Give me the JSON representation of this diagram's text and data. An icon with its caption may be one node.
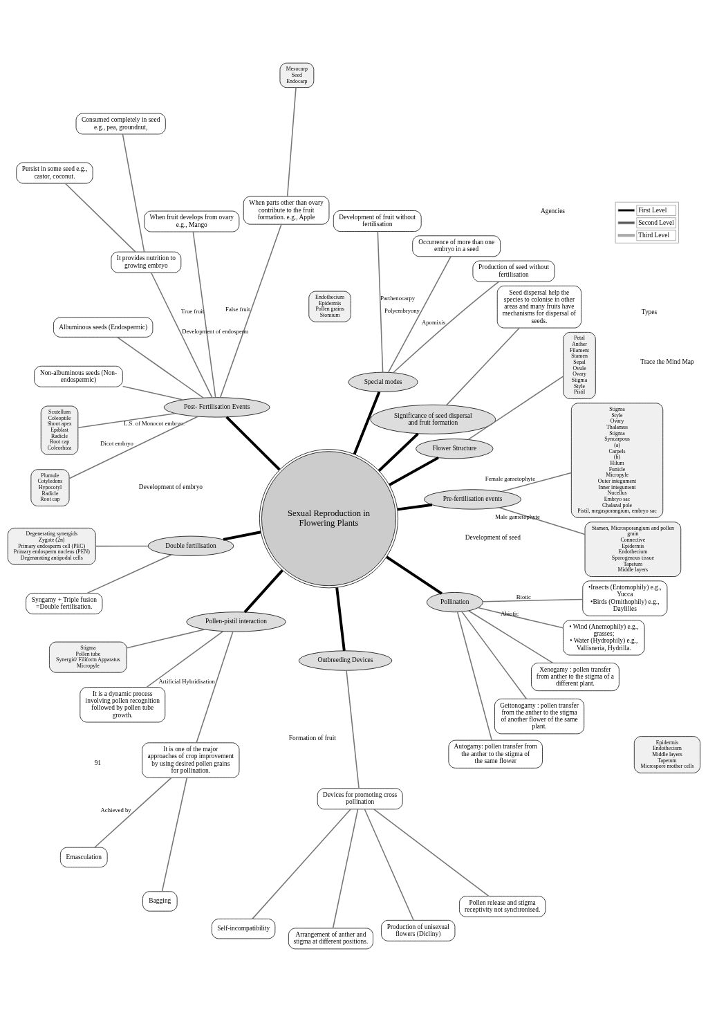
{
  "diagram": {
    "nodes": [
      {
        "text": [
          "Sexual Reproduction in Flowering Plants"
        ]
      },
      {
        "text": [
          "Pre-fertilisation events"
        ]
      },
      {
        "text": [
          "Flower Structure"
        ]
      },
      {
        "text": [
          "Significance of seed dispersal and fruit formation"
        ]
      },
      {
        "text": [
          "Special modes"
        ]
      },
      {
        "text": [
          "Post- Fertilisation Events"
        ]
      },
      {
        "text": [
          "Double fertilisation"
        ]
      },
      {
        "text": [
          "Pollen-pistil interaction"
        ]
      },
      {
        "text": [
          "Outbreeding Devices"
        ]
      },
      {
        "text": [
          "Pollination"
        ]
      },
      {
        "text": [
          "Stamen, Microsporangium and pollen grain",
          "Connective",
          "Epidermis",
          "Endothecium",
          "Sporogenous tissue",
          "Tapetum",
          "Middle layers"
        ]
      },
      {
        "text": [
          "Epidermis",
          "Endothecium",
          "Middle layers",
          "Tapetum",
          "Microspore mother cells"
        ]
      },
      {
        "text": [
          "Endothecium",
          "Epidermis",
          "Pollen grains",
          "Stomium"
        ]
      },
      {
        "text": [
          "Stigma",
          "Style",
          "Ovary",
          "Thalamus",
          "Stigma",
          "Syncarpous",
          "(a)",
          "Carpels",
          "(b)",
          "Hilum",
          "Funicle",
          "Micropyle",
          "Outer integument",
          "Inner integument",
          "Nucellus",
          "Embryo sac",
          "Chalazal pole",
          "Pistil, megasporangium, embryo sac"
        ]
      },
      {
        "text": [
          "Petal",
          "Anther",
          "Filament",
          "Stamen",
          "Sepal",
          "Ovule",
          "Ovary",
          "Stigma",
          "Style",
          "Pistil"
        ]
      },
      {
        "text": [
          "Seed dispersal help the species to colonise in other areas and many fruits have mechanisms for dispersal of seeds."
        ]
      },
      {
        "text": [
          "Production of seed without fertilisation"
        ]
      },
      {
        "text": [
          "Occurrence of more than one embryo in a seed"
        ]
      },
      {
        "text": [
          "Development of fruit without fertilisation"
        ]
      },
      {
        "text": [
          "When parts other than ovary contribute to the fruit formation. e.g., Apple"
        ]
      },
      {
        "text": [
          "Mesocarp",
          "Seed",
          "Endocarp"
        ]
      },
      {
        "text": [
          "When fruit develops from ovary e.g., Mango"
        ]
      },
      {
        "text": [
          "It provides nutrition to growing embryo"
        ]
      },
      {
        "text": [
          "Consumed completely in seed e.g., pea, groundnut,"
        ]
      },
      {
        "text": [
          "Persist in some seed e.g., castor, coconut."
        ]
      },
      {
        "text": [
          "Albuminous seeds (Endospermic)"
        ]
      },
      {
        "text": [
          "Non-albuminous seeds (Non-endospermic)"
        ]
      },
      {
        "text": [
          "Scutellum",
          "Coleoptile",
          "Shoot apex",
          "Epiblast",
          "Radicle",
          "Root cap",
          "Coleorhiza"
        ]
      },
      {
        "text": [
          "Plumule",
          "Cotyledons",
          "Hypocotyl",
          "Radicle",
          "Root cap"
        ]
      },
      {
        "text": [
          "Degenerating synergids",
          "Zygote (2n)",
          "Primary endosperm cell (PEC)",
          "Primary endosperm nucleus (PEN)",
          "Degenarating antipodal cells"
        ]
      },
      {
        "text": [
          "Syngamy + Triple fusion =Double fertilisation."
        ]
      },
      {
        "text": [
          "Stigma",
          "Pollen tube",
          "Synergid/ Filiform Apparatus",
          "Micropyle"
        ]
      },
      {
        "text": [
          "It is a dynamic process involving pollen recognition followed by pollen tube growth."
        ]
      },
      {
        "text": [
          "It is one of the major approaches of crop improvement by using desired pollen grains for pollination."
        ]
      },
      {
        "text": [
          "Emasculation"
        ]
      },
      {
        "text": [
          "Bagging"
        ]
      },
      {
        "text": [
          "Devices for promoting cross pollination"
        ]
      },
      {
        "text": [
          "Self-incompatibility"
        ]
      },
      {
        "text": [
          "Arrangement of anther and stigma at different positions."
        ]
      },
      {
        "text": [
          "Production of unisexual flowers (Dicliny)"
        ]
      },
      {
        "text": [
          "Pollen release and stigma receptivity not synchronised."
        ]
      },
      {
        "text": [
          "Autogamy: pollen transfer from the anther to the stigma of the same flower"
        ]
      },
      {
        "text": [
          "Geitonogamy : pollen transfer from the anther to the stigma of another flower of the same plant."
        ]
      },
      {
        "text": [
          "Xenogamy : pollen transfer from anther to the stigma of a different plant."
        ]
      },
      {
        "text": [
          "• Wind (Anemophily) e.g., grasses;",
          "• Water (Hydrophily) e.g., Vallisneria, Hydrilla."
        ]
      },
      {
        "text": [
          "•Insects (Entomophily) e.g., Yucca",
          "•Birds (Ornithophily) e.g., Daylilies"
        ]
      }
    ],
    "edges": [
      {
        "from": 0,
        "to": 1,
        "arrow": "none",
        "style": "thick",
        "color": "#000000"
      },
      {
        "from": 0,
        "to": 2,
        "arrow": "none",
        "style": "thick",
        "color": "#000000"
      },
      {
        "from": 0,
        "to": 3,
        "arrow": "none",
        "style": "thick",
        "color": "#000000"
      },
      {
        "from": 0,
        "to": 4,
        "arrow": "none",
        "style": "thick",
        "color": "#000000"
      },
      {
        "from": 0,
        "to": 5,
        "arrow": "none",
        "style": "thick",
        "color": "#000000"
      },
      {
        "from": 0,
        "to": 6,
        "arrow": "none",
        "style": "thick",
        "color": "#000000"
      },
      {
        "from": 0,
        "to": 7,
        "arrow": "none",
        "style": "thick",
        "color": "#000000"
      },
      {
        "from": 0,
        "to": 8,
        "arrow": "none",
        "style": "thick",
        "color": "#000000"
      },
      {
        "from": 0,
        "to": 9,
        "arrow": "none",
        "style": "thick",
        "color": "#000000"
      },
      {
        "from": 1,
        "to": 10,
        "arrow": "none",
        "label": "Male gametophyte"
      },
      {
        "from": 1,
        "to": 13,
        "arrow": "none",
        "label": "Female gametophyte"
      },
      {
        "from": 2,
        "to": 14,
        "arrow": "none"
      },
      {
        "from": 3,
        "to": 15,
        "arrow": "none"
      },
      {
        "from": 4,
        "to": 16,
        "arrow": "none",
        "label": "Apomixis"
      },
      {
        "from": 4,
        "to": 17,
        "arrow": "none",
        "label": "Polyembryony"
      },
      {
        "from": 4,
        "to": 18,
        "arrow": "none",
        "label": "Parthenocarpy"
      },
      {
        "from": 5,
        "to": 19,
        "arrow": "none",
        "label": "False fruit"
      },
      {
        "from": 19,
        "to": 20,
        "arrow": "none"
      },
      {
        "from": 5,
        "to": 21,
        "arrow": "none",
        "label": "True fruit"
      },
      {
        "from": 5,
        "to": 22,
        "arrow": "none",
        "label": "Development of endosperm"
      },
      {
        "from": 22,
        "to": 23,
        "arrow": "none"
      },
      {
        "from": 22,
        "to": 24,
        "arrow": "none"
      },
      {
        "from": 5,
        "to": 25,
        "arrow": "none"
      },
      {
        "from": 5,
        "to": 26,
        "arrow": "none"
      },
      {
        "from": 5,
        "to": 27,
        "arrow": "none",
        "label": "L.S. of Monocot embryo."
      },
      {
        "from": 5,
        "to": 28,
        "arrow": "none",
        "label": "Dicot embryo"
      },
      {
        "from": 6,
        "to": 29,
        "arrow": "none"
      },
      {
        "from": 6,
        "to": 30,
        "arrow": "none"
      },
      {
        "from": 7,
        "to": 31,
        "arrow": "none"
      },
      {
        "from": 7,
        "to": 32,
        "arrow": "none"
      },
      {
        "from": 7,
        "to": 33,
        "arrow": "none",
        "label": "Artificial Hybridisation"
      },
      {
        "from": 33,
        "to": 34,
        "arrow": "none",
        "label": "Achieved by"
      },
      {
        "from": 33,
        "to": 35,
        "arrow": "none"
      },
      {
        "from": 8,
        "to": 36,
        "arrow": "none"
      },
      {
        "from": 36,
        "to": 37,
        "arrow": "none"
      },
      {
        "from": 36,
        "to": 38,
        "arrow": "none"
      },
      {
        "from": 36,
        "to": 39,
        "arrow": "none"
      },
      {
        "from": 36,
        "to": 40,
        "arrow": "none"
      },
      {
        "from": 9,
        "to": 41,
        "arrow": "none"
      },
      {
        "from": 9,
        "to": 42,
        "arrow": "none"
      },
      {
        "from": 9,
        "to": 43,
        "arrow": "none"
      },
      {
        "from": 9,
        "to": 44,
        "arrow": "none",
        "label": "Abiotic"
      },
      {
        "from": 9,
        "to": 45,
        "arrow": "none",
        "label": "Biotic"
      }
    ],
    "labels": [
      "Types",
      "Agencies",
      "Formation of fruit",
      "Development of seed",
      "Development of embryo",
      "Trace the Mind Map",
      "91"
    ],
    "legend": [
      {
        "text": "First Level"
      },
      {
        "text": "Second Level"
      },
      {
        "text": "Third Level"
      }
    ]
  }
}
